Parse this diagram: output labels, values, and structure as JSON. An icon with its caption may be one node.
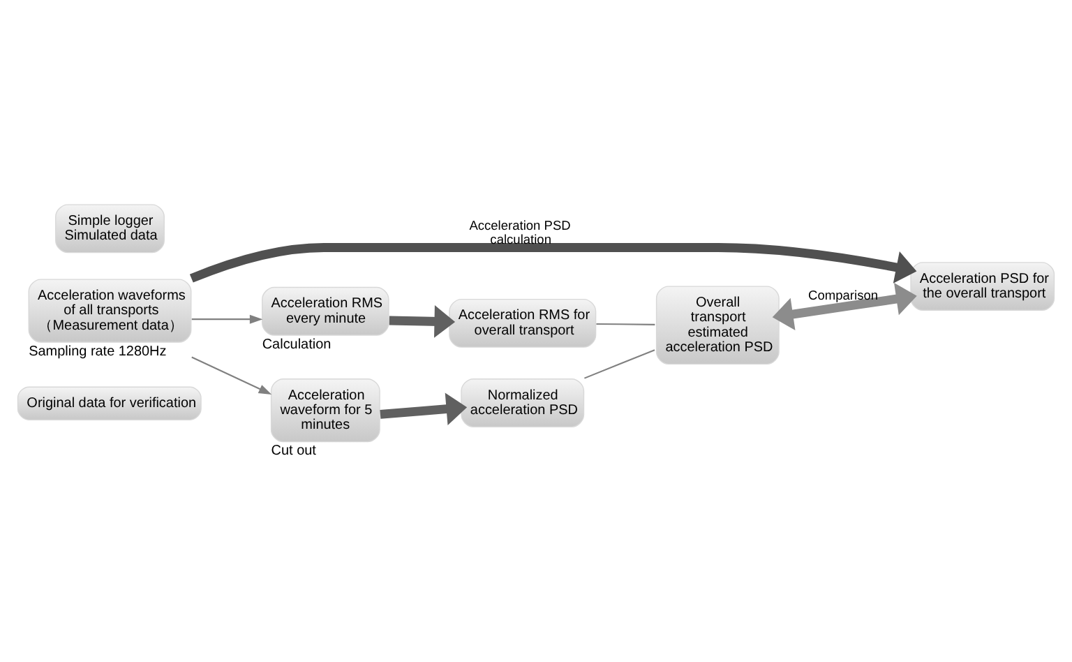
{
  "diagram": {
    "nodes": [
      {
        "text": [
          "Original data for verification"
        ]
      },
      {
        "text": [
          "Acceleration waveforms of all transports （Measurement data）"
        ],
        "beside": [
          "Sampling rate 1280Hz"
        ]
      },
      {
        "text": [
          "Acceleration PSD for the overall transport"
        ]
      },
      {
        "text": [
          "Simple logger Simulated data"
        ]
      },
      {
        "text": [
          "Acceleration RMS every minute"
        ],
        "beside": [
          "Calculation"
        ]
      },
      {
        "text": [
          "Acceleration waveform for 5 minutes"
        ],
        "beside": [
          "Cut out"
        ]
      },
      {
        "text": [
          "Acceleration RMS for overall transport"
        ]
      },
      {
        "text": [
          "Normalized acceleration PSD"
        ]
      },
      {
        "text": [
          "Overall transport estimated acceleration PSD"
        ]
      }
    ],
    "edges": [
      {
        "from": 1,
        "to": 2,
        "arrow": "to",
        "label": "Acceleration PSD calculation",
        "style": "thick",
        "color": "#505050"
      },
      {
        "from": 1,
        "to": 4,
        "arrow": "to",
        "color": "#808080"
      },
      {
        "from": 1,
        "to": 5,
        "arrow": "to",
        "color": "#808080"
      },
      {
        "from": 4,
        "to": 6,
        "arrow": "to",
        "style": "thick",
        "color": "#606060"
      },
      {
        "from": 5,
        "to": 7,
        "arrow": "to",
        "style": "thick",
        "color": "#606060"
      },
      {
        "from": 6,
        "to": 8,
        "arrow": "none",
        "color": "#808080"
      },
      {
        "from": 7,
        "to": 8,
        "arrow": "none",
        "color": "#808080"
      },
      {
        "from": 8,
        "to": 2,
        "arrow": "both",
        "label": "Comparison",
        "style": "thick",
        "color": "#8c8c8c"
      }
    ]
  }
}
